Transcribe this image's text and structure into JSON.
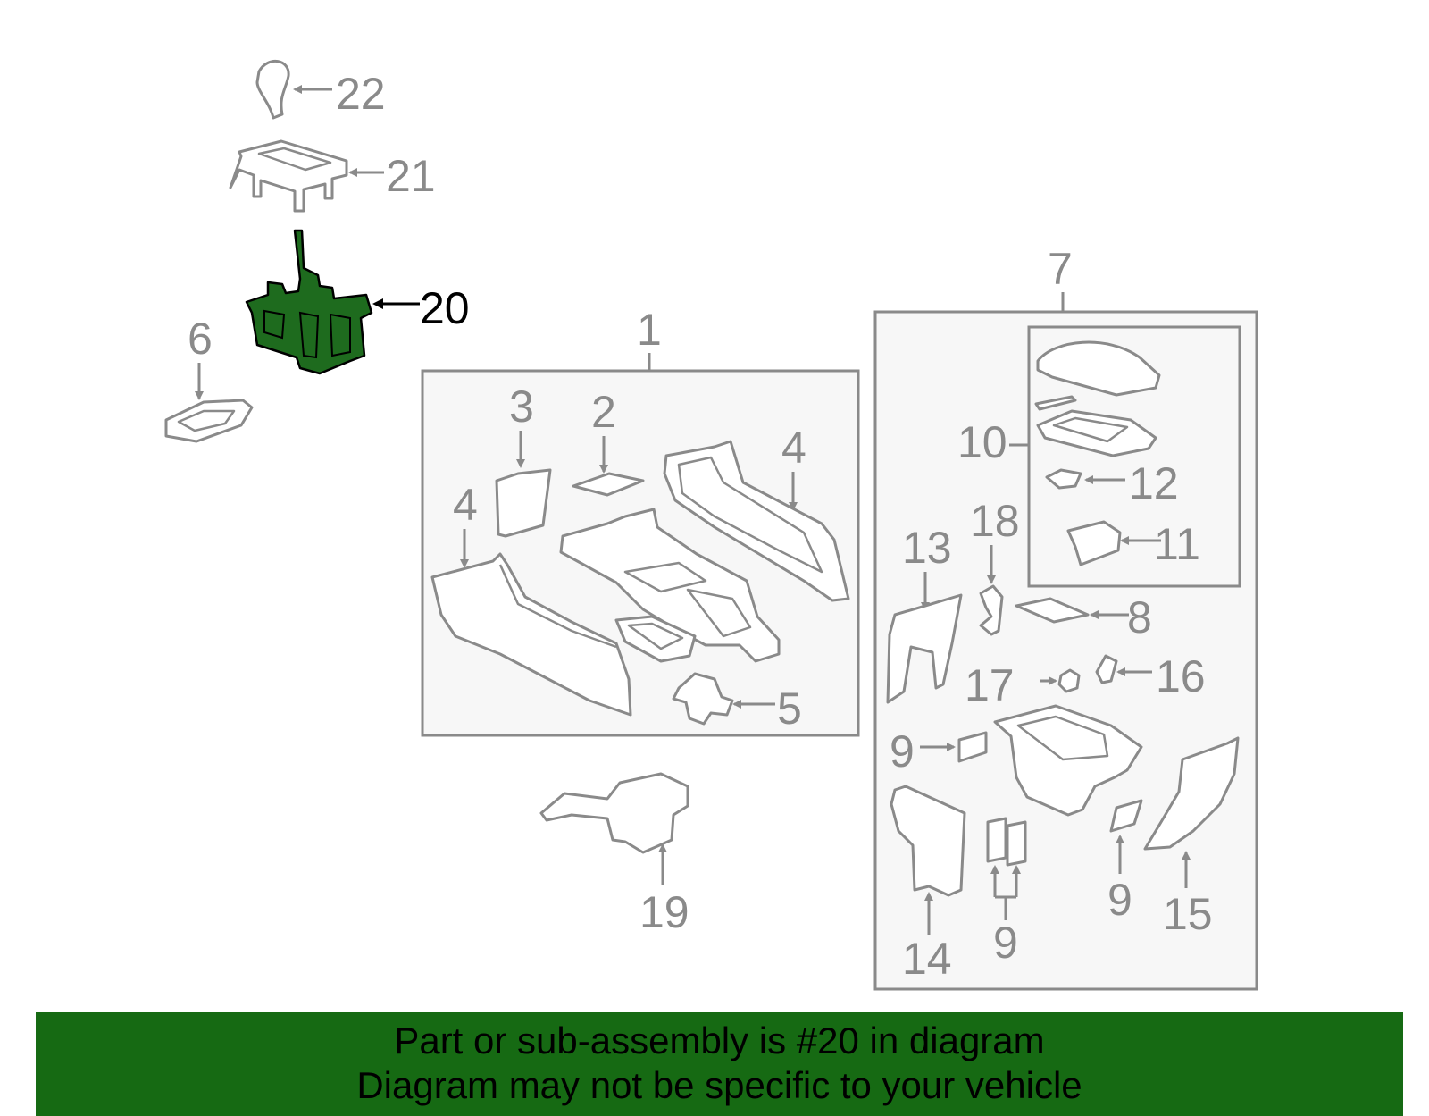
{
  "labels": {
    "p1": "1",
    "p2": "2",
    "p3": "3",
    "p4a": "4",
    "p4b": "4",
    "p5": "5",
    "p6": "6",
    "p7": "7",
    "p8": "8",
    "p9a": "9",
    "p9b": "9",
    "p9c": "9",
    "p10": "10",
    "p11": "11",
    "p12": "12",
    "p13": "13",
    "p14": "14",
    "p15": "15",
    "p16": "16",
    "p17": "17",
    "p18": "18",
    "p19": "19",
    "p20": "20",
    "p21": "21",
    "p22": "22"
  },
  "highlighted_part": "20",
  "colors": {
    "highlight": "#1e6b1e",
    "banner": "#166a13",
    "line": "#8a8a8a"
  },
  "banner": {
    "line1": "Part or sub-assembly is #20 in diagram",
    "line2": "Diagram may not be specific to your vehicle"
  }
}
